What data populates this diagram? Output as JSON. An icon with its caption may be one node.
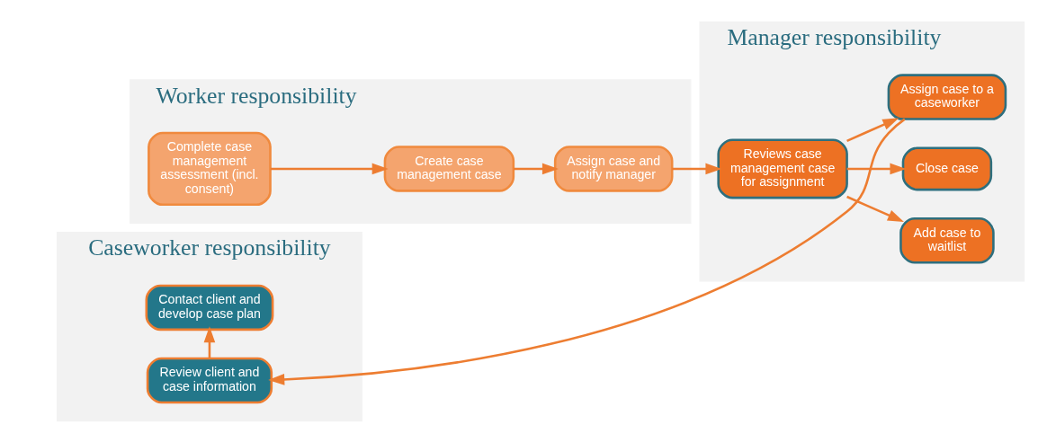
{
  "diagram": {
    "nodes": [
      {
        "text": [
          "Worker responsibility"
        ]
      },
      {
        "text": [
          "Complete case management assessment (incl. consent)"
        ],
        "in": 0
      },
      {
        "text": [
          "Create case management case"
        ],
        "in": 0
      },
      {
        "text": [
          "Assign case and notify manager"
        ],
        "in": 0
      },
      {
        "text": [
          "Manager responsibility"
        ]
      },
      {
        "text": [
          "Reviews case management case for assignment"
        ],
        "in": 4
      },
      {
        "text": [
          "Add case to waitlist"
        ],
        "in": 4
      },
      {
        "text": [
          "Close case"
        ],
        "in": 4
      },
      {
        "text": [
          "Assign case to a caseworker"
        ],
        "in": 4
      },
      {
        "text": [
          "Caseworker responsibility"
        ]
      },
      {
        "text": [
          "Review client and case information"
        ],
        "in": 9
      },
      {
        "text": [
          "Contact client and develop case plan"
        ],
        "in": 9
      }
    ],
    "edges": [
      {
        "from": 1,
        "to": 2,
        "arrow": "to"
      },
      {
        "from": 2,
        "to": 3,
        "arrow": "to"
      },
      {
        "from": 3,
        "to": 5,
        "arrow": "to"
      },
      {
        "from": 5,
        "to": 6,
        "arrow": "to"
      },
      {
        "from": 5,
        "to": 7,
        "arrow": "to"
      },
      {
        "from": 5,
        "to": 8,
        "arrow": "to"
      },
      {
        "from": 8,
        "to": 10,
        "arrow": "to"
      },
      {
        "from": 10,
        "to": 11,
        "arrow": "to"
      }
    ]
  }
}
